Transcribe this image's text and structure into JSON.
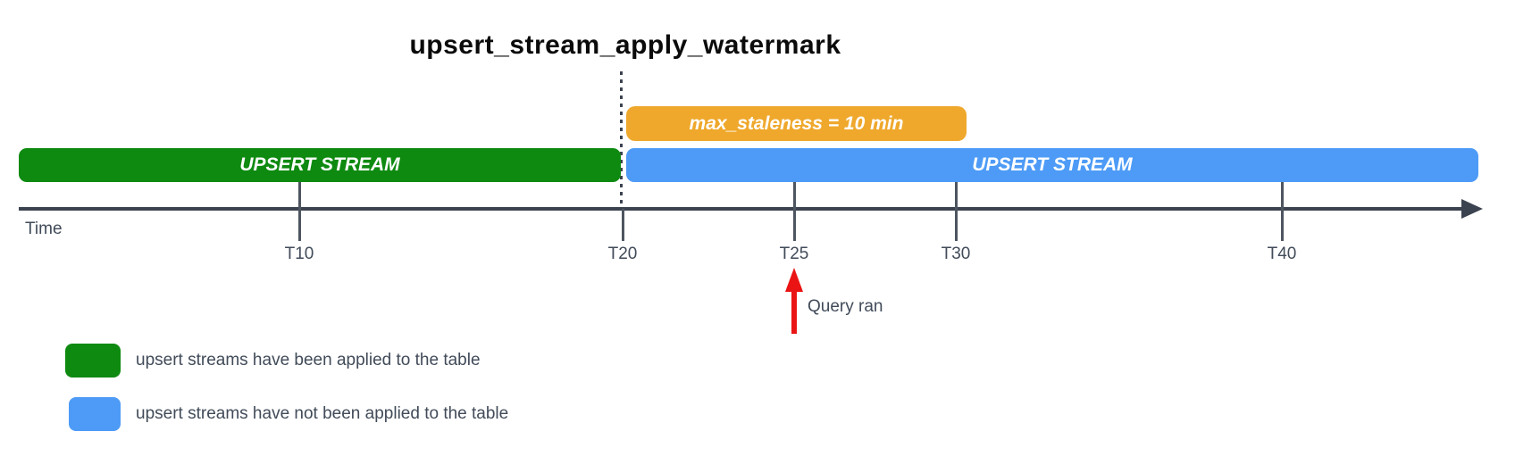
{
  "title": "upsert_stream_apply_watermark",
  "colors": {
    "green": "#0E8A10",
    "blue": "#4D9BF6",
    "orange": "#EFA82C",
    "red": "#EA1414",
    "axis": "#3C4350",
    "tick": "#4D5560",
    "text": "#414B59",
    "title_text": "#0B0B0B"
  },
  "bars": {
    "staleness": {
      "label": "max_staleness = 10 min"
    },
    "applied": {
      "label": "UPSERT STREAM"
    },
    "not_applied": {
      "label": "UPSERT STREAM"
    }
  },
  "timeline": {
    "axis_label": "Time",
    "ticks": [
      {
        "label": "T10"
      },
      {
        "label": "T20"
      },
      {
        "label": "T25"
      },
      {
        "label": "T30"
      },
      {
        "label": "T40"
      }
    ]
  },
  "annotation": {
    "query_ran": "Query ran"
  },
  "legend": [
    {
      "swatch_color": "green",
      "label": "upsert streams have been applied to the table"
    },
    {
      "swatch_color": "blue",
      "label": "upsert streams have not been applied to the table"
    }
  ]
}
